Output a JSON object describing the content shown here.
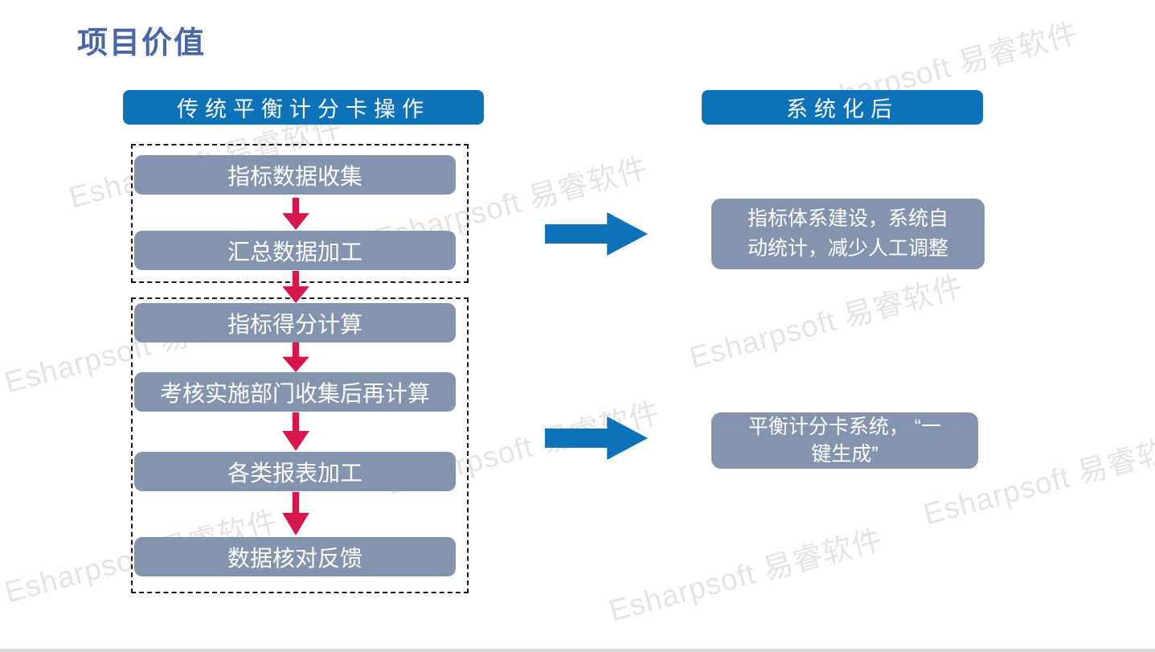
{
  "slide": {
    "title": "项目价值"
  },
  "left_column": {
    "header": "传统平衡计分卡操作",
    "group1": {
      "steps": [
        "指标数据收集",
        "汇总数据加工"
      ]
    },
    "group2": {
      "steps": [
        "指标得分计算",
        "考核实施部门收集后再计算",
        "各类报表加工",
        "数据核对反馈"
      ]
    }
  },
  "right_column": {
    "header": "系统化后",
    "result1": {
      "lines": [
        "指标体系建设，系统自",
        "动统计，减少人工调整"
      ]
    },
    "result2": {
      "lines": [
        "平衡计分卡系统， “一",
        "键生成”"
      ]
    }
  },
  "watermark": {
    "text": "Esharpsoft 易睿软件"
  },
  "colors": {
    "title_text": "#4a67a3",
    "header_bg": "#0d72b8",
    "header_text": "#ffffff",
    "step_box_bg": "#8594ae",
    "step_box_text": "#ffffff",
    "red_arrow": "#d5174e",
    "blue_arrow": "#0d72b8",
    "dashed_border": "#1a1a1a",
    "watermark_text": "#e4e4e4",
    "bottom_strip": "#d8dbde"
  }
}
